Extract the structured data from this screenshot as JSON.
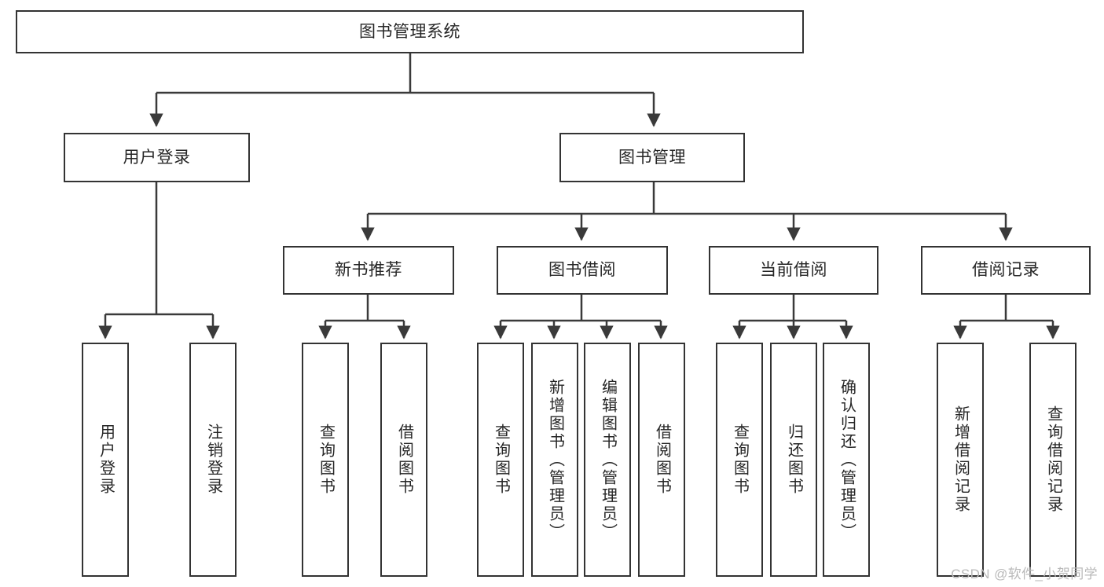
{
  "diagram": {
    "title": "图书管理系统",
    "watermark": "CSDN @软件_小贺同学",
    "colors": {
      "box_border": "#333333",
      "box_fill": "#ffffff",
      "connector": "#3a3a3a",
      "text": "#262626",
      "watermark": "#b9b9b9",
      "background": "#ffffff"
    },
    "levels": {
      "root": {
        "label": "图书管理系统"
      },
      "level2": [
        {
          "label": "用户登录"
        },
        {
          "label": "图书管理"
        }
      ],
      "level3": [
        {
          "label": "新书推荐"
        },
        {
          "label": "图书借阅"
        },
        {
          "label": "当前借阅"
        },
        {
          "label": "借阅记录"
        }
      ],
      "level4": [
        {
          "label": "用户登录",
          "parent": "用户登录"
        },
        {
          "label": "注销登录",
          "parent": "用户登录"
        },
        {
          "label": "查询图书",
          "parent": "新书推荐"
        },
        {
          "label": "借阅图书",
          "parent": "新书推荐"
        },
        {
          "label": "查询图书",
          "parent": "图书借阅"
        },
        {
          "label": "新增图书（管理员）",
          "parent": "图书借阅"
        },
        {
          "label": "编辑图书（管理员）",
          "parent": "图书借阅"
        },
        {
          "label": "借阅图书",
          "parent": "图书借阅"
        },
        {
          "label": "查询图书",
          "parent": "当前借阅"
        },
        {
          "label": "归还图书",
          "parent": "当前借阅"
        },
        {
          "label": "确认归还（管理员）",
          "parent": "当前借阅"
        },
        {
          "label": "新增借阅记录",
          "parent": "借阅记录"
        },
        {
          "label": "查询借阅记录",
          "parent": "借阅记录"
        }
      ]
    }
  }
}
